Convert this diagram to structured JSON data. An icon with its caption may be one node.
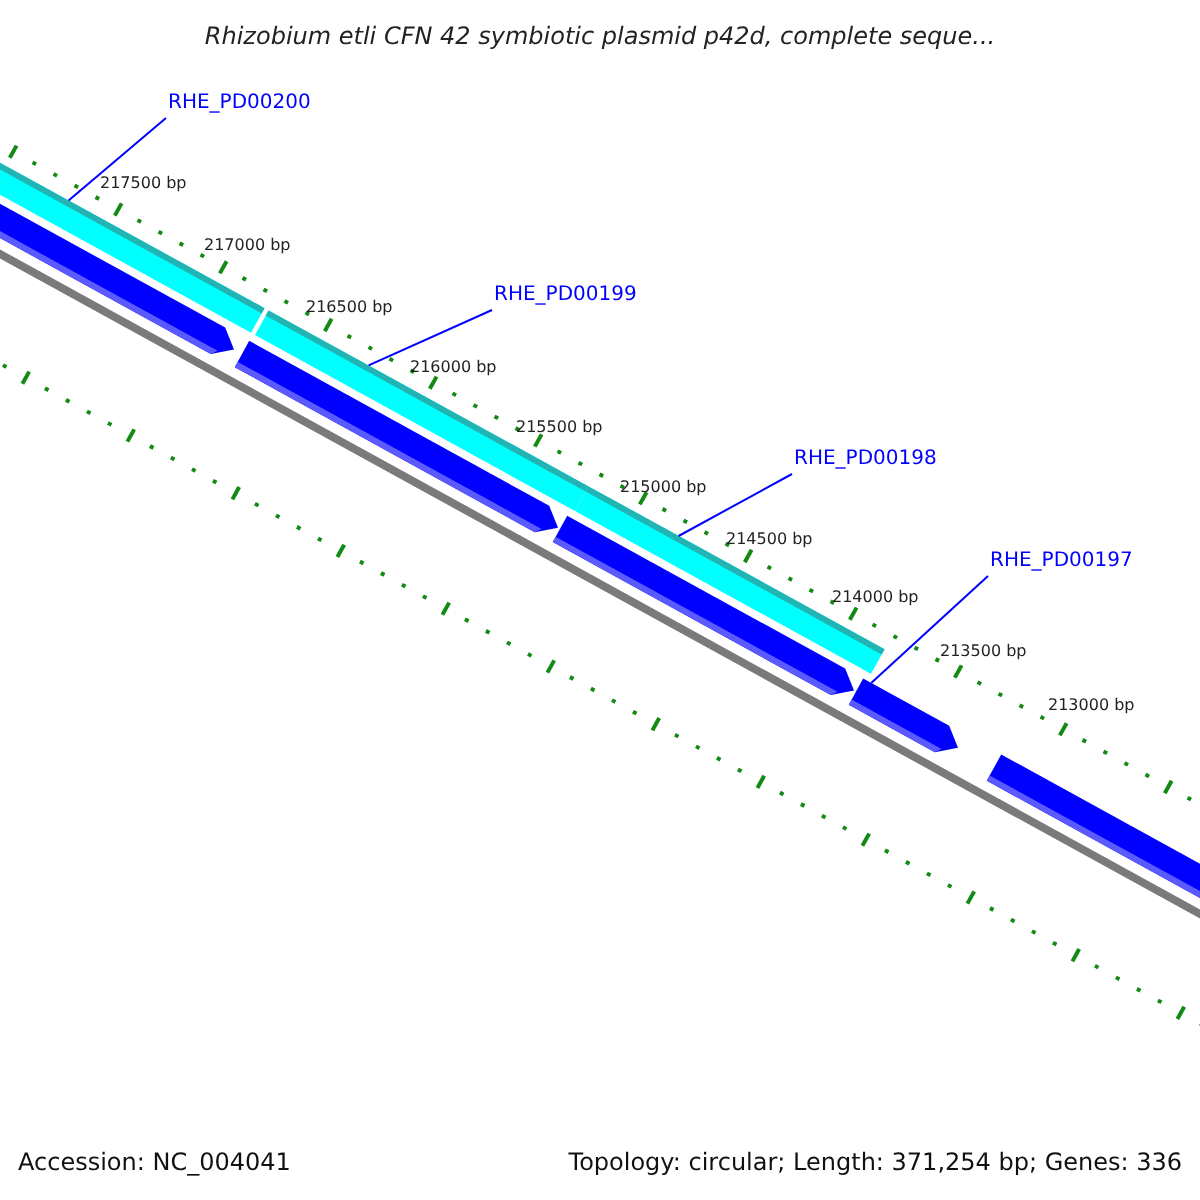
{
  "diagram": {
    "title": "Rhizobium etli CFN 42 symbiotic plasmid p42d, complete seque...",
    "nodes": [
      {
        "text": [
          "RHE_PD00200"
        ]
      },
      {
        "text": [
          "RHE_PD00199"
        ]
      },
      {
        "text": [
          "RHE_PD00198"
        ]
      },
      {
        "text": [
          "RHE_PD00197"
        ]
      },
      {
        "text": [],
        "shape": "bar"
      },
      {
        "text": [],
        "shape": "bar"
      },
      {
        "text": [],
        "shape": "bar"
      },
      {
        "text": [],
        "shape": "arrow"
      },
      {
        "text": [],
        "shape": "arrow"
      },
      {
        "text": [],
        "shape": "arrow"
      },
      {
        "text": [],
        "shape": "arrow"
      },
      {
        "text": [],
        "shape": "arrow"
      }
    ],
    "edges": [
      {
        "from": 0,
        "to": 4,
        "arrow": "none",
        "color": "#0000ff"
      },
      {
        "from": 1,
        "to": 5,
        "arrow": "none",
        "color": "#0000ff"
      },
      {
        "from": 2,
        "to": 6,
        "arrow": "none",
        "color": "#0000ff"
      },
      {
        "from": 3,
        "to": 10,
        "arrow": "none",
        "color": "#0000ff"
      }
    ],
    "labels": [
      "217500 bp",
      "217000 bp",
      "216500 bp",
      "216000 bp",
      "215500 bp",
      "215000 bp",
      "214500 bp",
      "214000 bp",
      "213500 bp",
      "213000 bp",
      "Accession: NC_004041",
      "Topology: circular; Length: 371,254 bp; Genes: 336"
    ]
  }
}
